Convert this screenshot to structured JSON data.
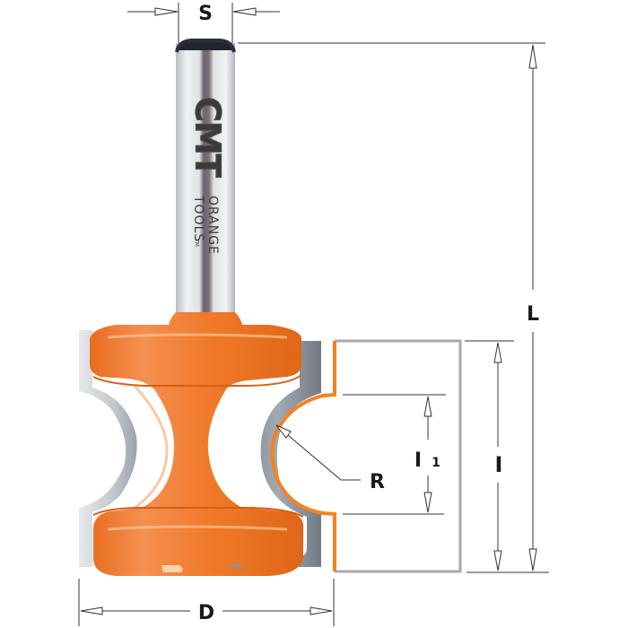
{
  "diagram": {
    "title": "Bullnose router bit technical drawing",
    "type": "technical-drawing",
    "colors": {
      "body_orange": "#f07a2a",
      "body_orange_light": "#f5a06a",
      "carbide_grey": "#8a929c",
      "shank_steel": "#d4d8dc",
      "profile_orange": "#f58220",
      "workpiece_outline": "#a8a8a8",
      "dimension_line": "#333333"
    },
    "shank_branding": {
      "logo": "CMT",
      "line1": "ORANGE",
      "line2": "TOOLS",
      "mark": "TM"
    },
    "dimensions": {
      "shank_diameter": "S",
      "overall_length": "L",
      "cutting_height": "I",
      "profile_height": "I",
      "profile_height_sub": "1",
      "radius": "R",
      "cutting_diameter": "D"
    }
  }
}
